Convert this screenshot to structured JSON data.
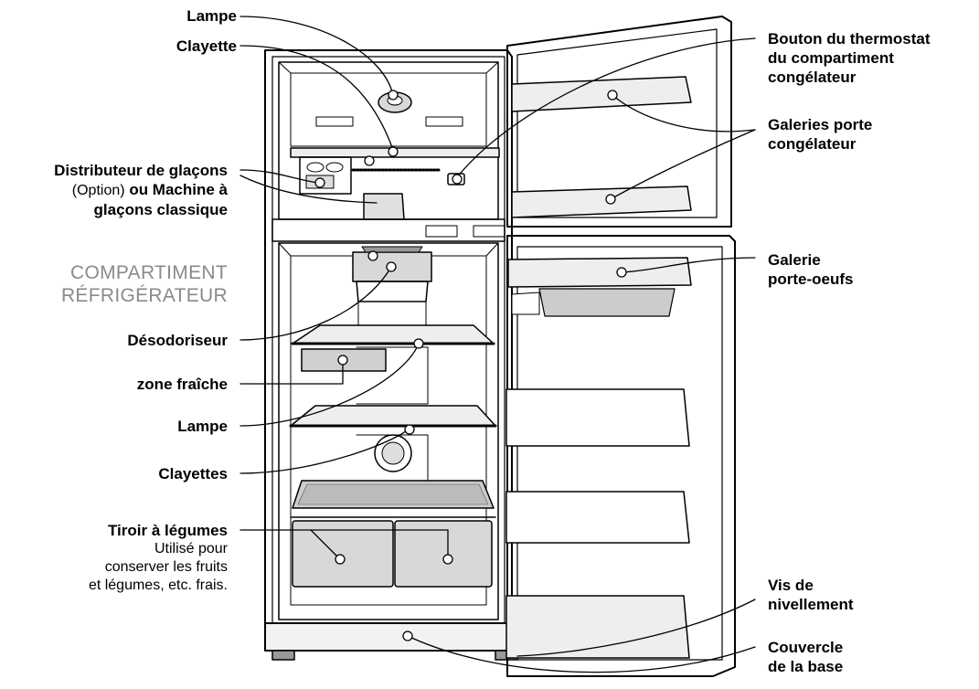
{
  "labels": {
    "lampe_top": "Lampe",
    "clayette": "Clayette",
    "distributeur_line1": "Distributeur de glaçons",
    "distributeur_line2a": "(Option)",
    "distributeur_line2b": "ou  Machine à",
    "distributeur_line3": "glaçons classique",
    "section_line1": "COMPARTIMENT",
    "section_line2": "RÉFRIGÉRATEUR",
    "desodoriseur": "Désodoriseur",
    "zone_fraiche": "zone fraîche",
    "lampe_mid": "Lampe",
    "clayettes": "Clayettes",
    "tiroir_title": "Tiroir à légumes",
    "tiroir_desc1": "Utilisé pour",
    "tiroir_desc2": "conserver les fruits",
    "tiroir_desc3": "et légumes, etc. frais.",
    "thermostat_line1": "Bouton du thermostat",
    "thermostat_line2": "du compartiment",
    "thermostat_line3": "congélateur",
    "galeries_line1": "Galeries porte",
    "galeries_line2": "congélateur",
    "galerie_oeufs_line1": "Galerie",
    "galerie_oeufs_line2": "porte-oeufs",
    "vis_line1": "Vis de",
    "vis_line2": "nivellement",
    "couvercle_line1": "Couvercle",
    "couvercle_line2": "de la base"
  }
}
